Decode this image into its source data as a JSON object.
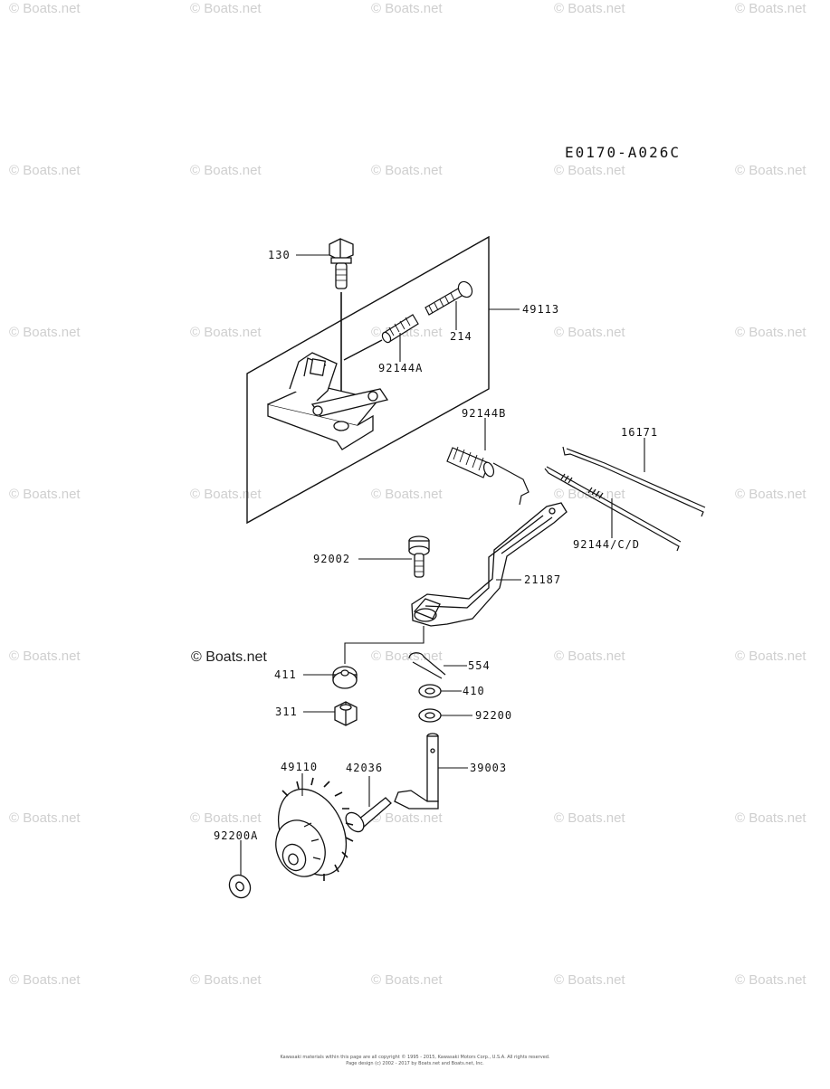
{
  "diagram_code": "E0170-A026C",
  "watermark_text": "© Boats.net",
  "main_watermark": "© Boats.net",
  "part_labels": {
    "p130": "130",
    "p49113": "49113",
    "p214": "214",
    "p92144A": "92144A",
    "p92144B": "92144B",
    "p16171": "16171",
    "p92144CD": "92144/C/D",
    "p92002": "92002",
    "p21187": "21187",
    "p554": "554",
    "p411": "411",
    "p410": "410",
    "p311": "311",
    "p92200": "92200",
    "p49110": "49110",
    "p42036": "42036",
    "p39003": "39003",
    "p92200A": "92200A"
  },
  "footer": {
    "line1": "Kawasaki materials within this page are all copyright © 1995 - 2015, Kawasaki Motors Corp., U.S.A. All rights reserved.",
    "line2": "Page design (c) 2002 - 2017 by Boats.net and Boats.net, Inc."
  }
}
